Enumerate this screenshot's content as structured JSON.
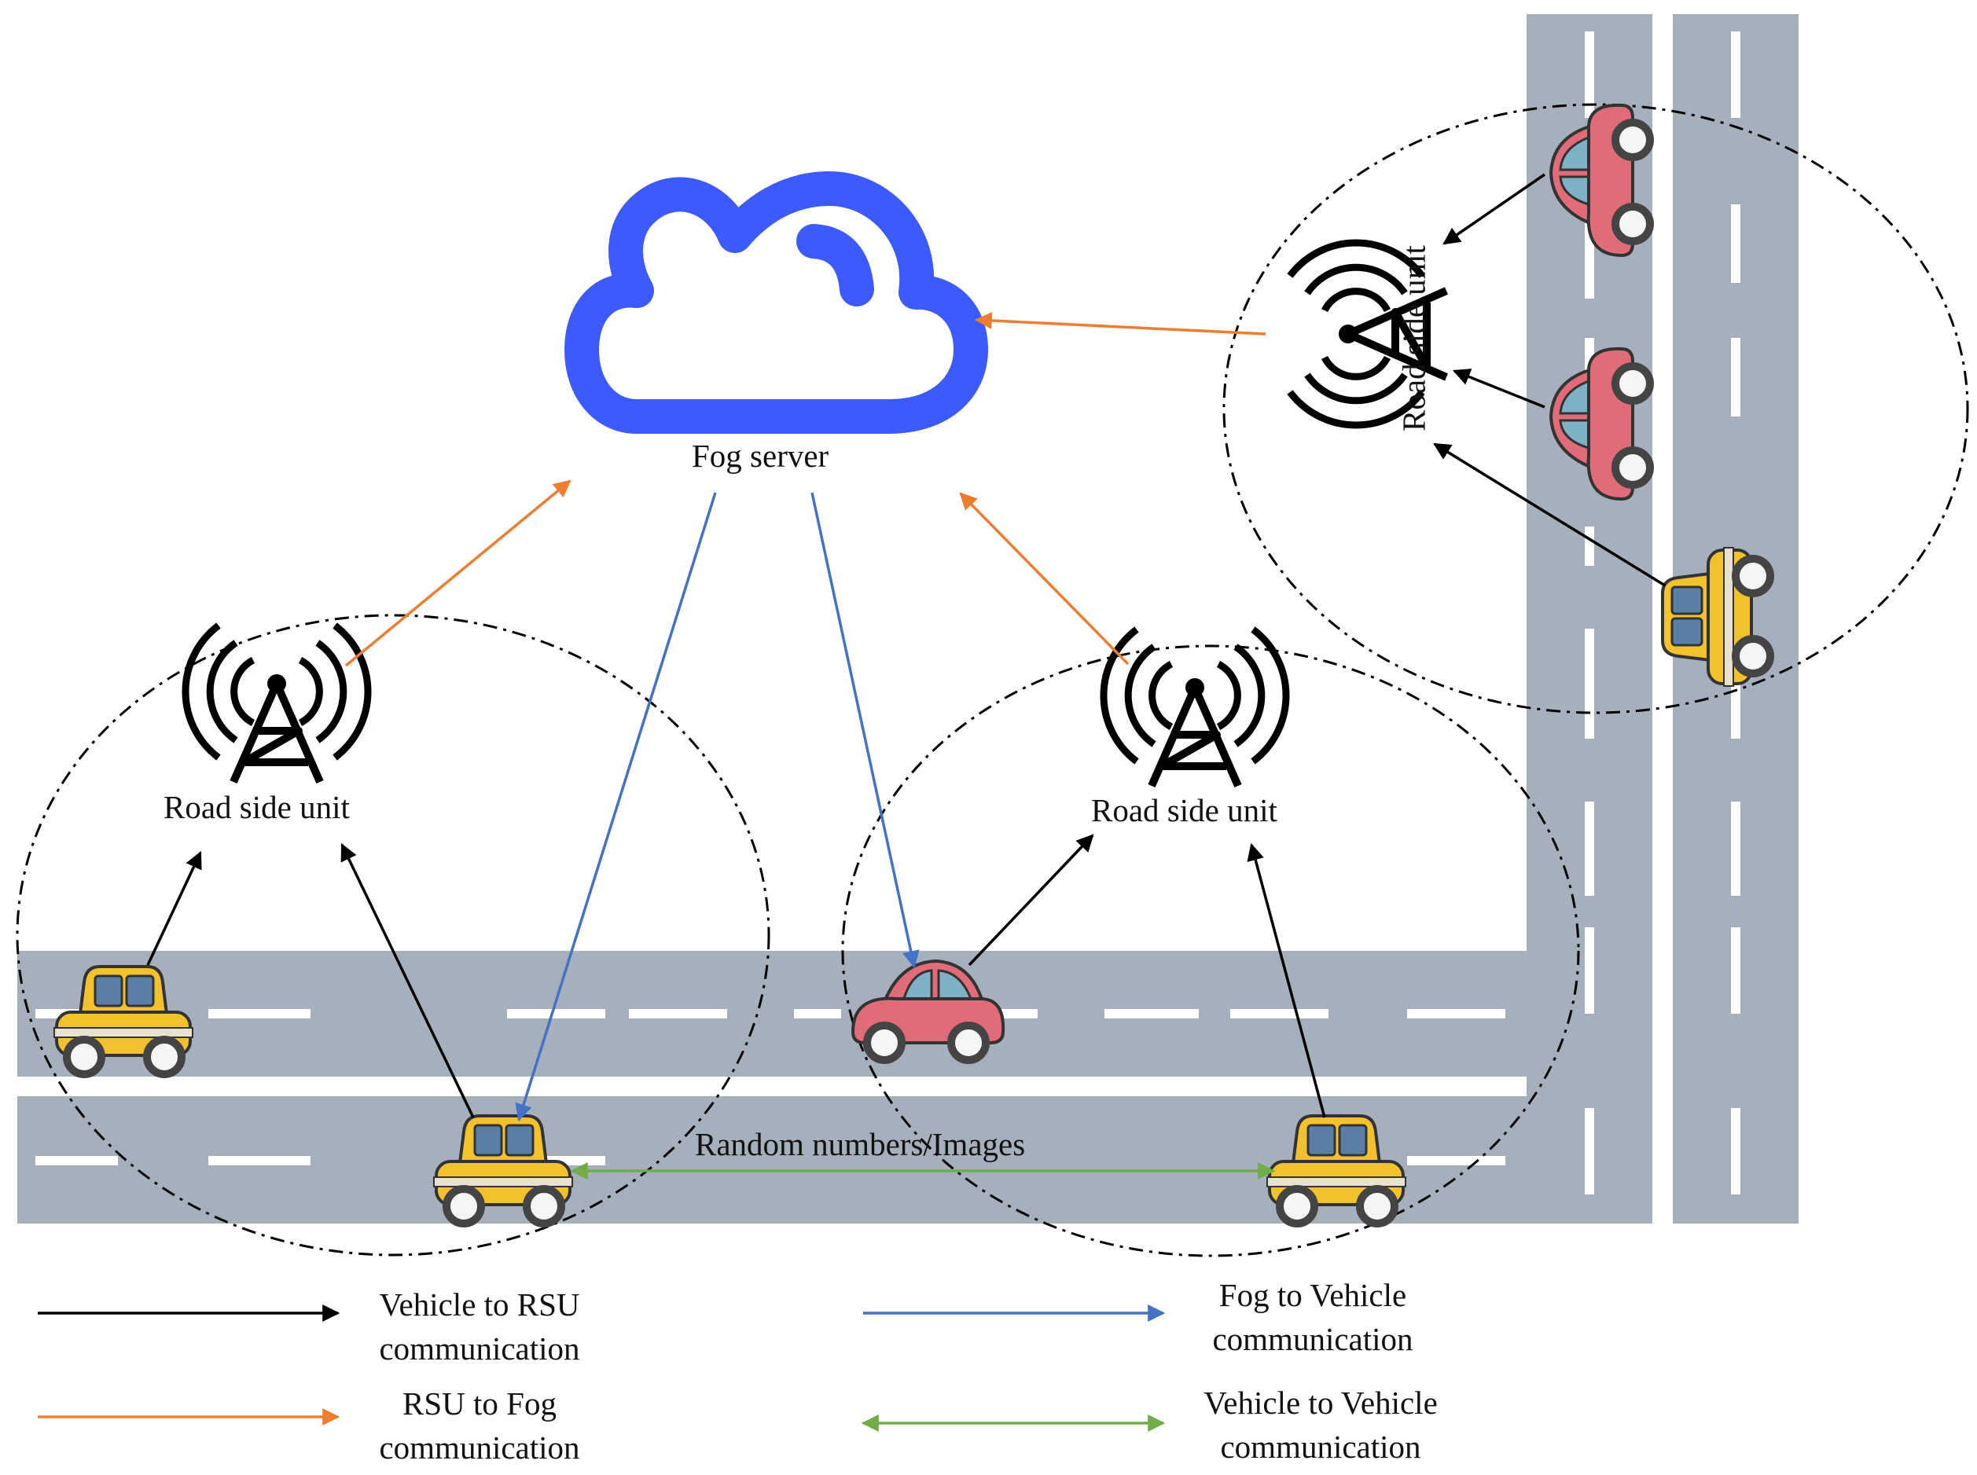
{
  "fog_server": {
    "label": "Fog server",
    "color": "#3d5afe"
  },
  "rsu": {
    "left_label": "Road side unit",
    "middle_label": "Road side unit",
    "right_label": "Road side unit"
  },
  "link_label": "Random numbers/Images",
  "legend": {
    "v2rsu": {
      "line1": "Vehicle to RSU",
      "line2": "communication",
      "color": "#000000"
    },
    "rsu2fog": {
      "line1": "RSU  to Fog",
      "line2": "communication",
      "color": "#ed7d31"
    },
    "fog2v": {
      "line1": "Fog to Vehicle",
      "line2": "communication",
      "color": "#4472c4"
    },
    "v2v": {
      "line1": "Vehicle to Vehicle",
      "line2": "communication",
      "color": "#70ad47"
    }
  },
  "colors": {
    "road": "#a6b0bc",
    "yellow_car": "#f2c12e",
    "red_car": "#e06c7a",
    "black_arrow": "#000000",
    "orange_arrow": "#ed7d31",
    "blue_arrow": "#4472c4",
    "green_arrow": "#70ad47"
  }
}
